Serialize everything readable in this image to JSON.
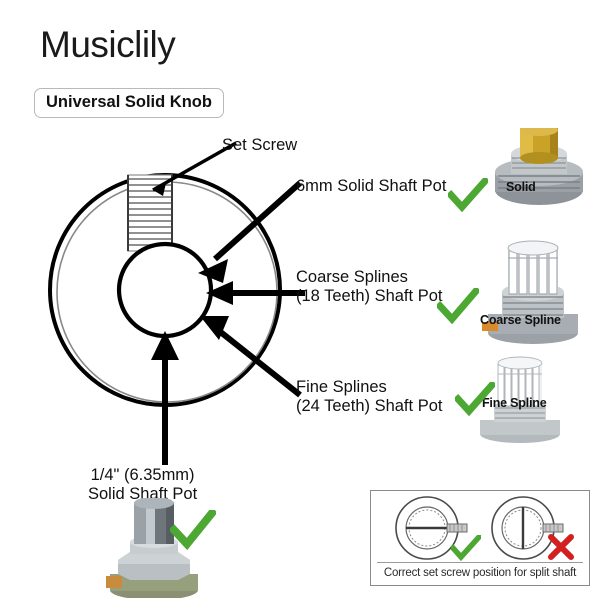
{
  "brand": {
    "title": "Musiclily"
  },
  "badge": {
    "label": "Universal Solid Knob"
  },
  "callouts": {
    "set_screw": "Set Screw",
    "six_mm_solid": "6mm Solid Shaft Pot",
    "coarse_line1": "Coarse Splines",
    "coarse_line2": "(18 Teeth) Shaft Pot",
    "fine_line1": "Fine Splines",
    "fine_line2": "(24 Teeth) Shaft Pot",
    "quarter_line1": "1/4\" (6.35mm)",
    "quarter_line2": "Solid Shaft Pot"
  },
  "photo_captions": {
    "solid": "Solid",
    "coarse_spline": "Coarse Spline",
    "fine_spline": "Fine Spline"
  },
  "marks": {
    "check_6mm": "check-icon",
    "check_coarse": "check-icon",
    "check_fine": "check-icon",
    "check_quarter": "check-icon",
    "inset_check": "check-icon",
    "inset_cross": "cross-icon"
  },
  "inset": {
    "caption": "Correct set screw position for split shaft"
  },
  "colors": {
    "check_green": "#4CA832",
    "cross_red": "#D21F1F",
    "line_black": "#000000",
    "badge_border": "#b9b9b9",
    "inset_border": "#8a8a8a",
    "gold_shaft": "#C9A227",
    "chrome": "#A9B0B5"
  }
}
